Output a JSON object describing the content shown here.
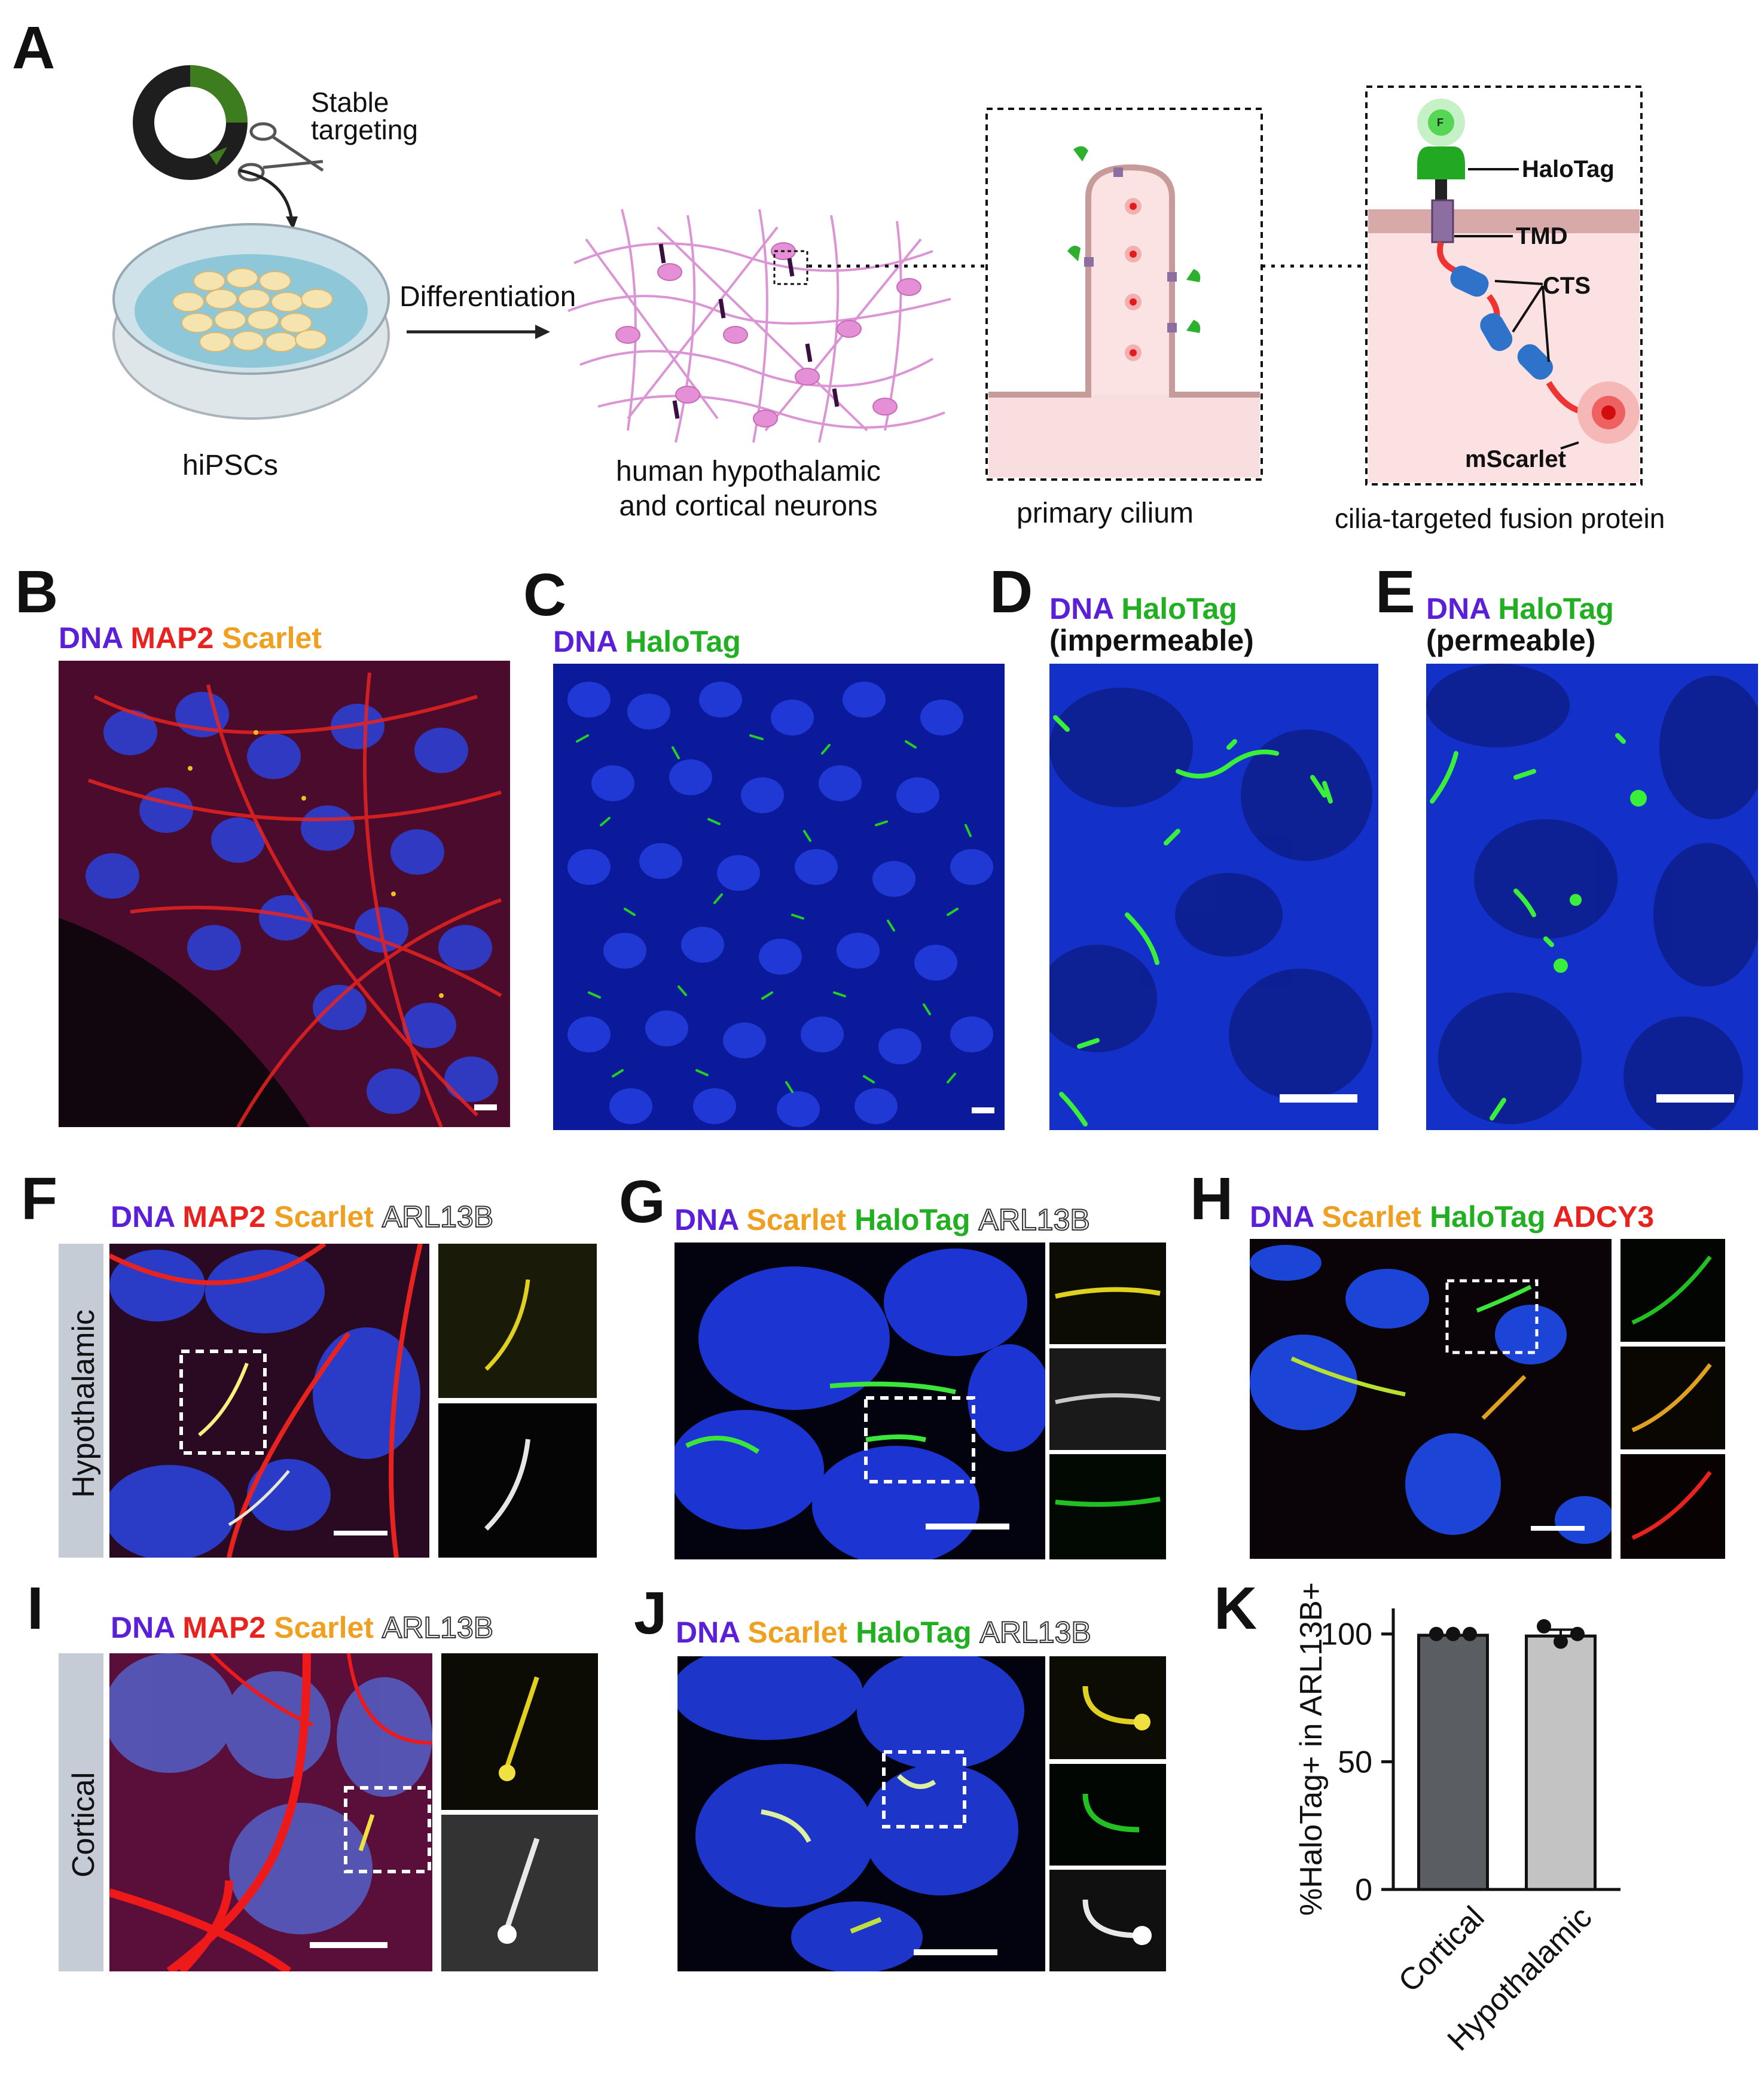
{
  "panels": {
    "A": {
      "letter": "A",
      "stable_targeting": [
        "Stable",
        "targeting"
      ],
      "differentiation": "Differentiation",
      "hipscs": "hiPSCs",
      "neurons": [
        "human hypothalamic",
        "and cortical neurons"
      ],
      "cilium": "primary cilium",
      "fusion": "cilia-targeted fusion protein",
      "fusion_labels": {
        "f": "F",
        "halotag": "HaloTag",
        "tmd": "TMD",
        "cts": "CTS",
        "mscarlet": "mScarlet"
      }
    },
    "B": {
      "letter": "B",
      "labels": [
        "DNA",
        "MAP2",
        "Scarlet"
      ]
    },
    "C": {
      "letter": "C",
      "labels": [
        "DNA",
        "HaloTag"
      ]
    },
    "D": {
      "letter": "D",
      "labels": [
        "DNA",
        "HaloTag"
      ],
      "sub": "(impermeable)"
    },
    "E": {
      "letter": "E",
      "labels": [
        "DNA",
        "HaloTag"
      ],
      "sub": "(permeable)"
    },
    "F": {
      "letter": "F",
      "labels": [
        "DNA",
        "MAP2",
        "Scarlet",
        "ARL13B"
      ],
      "side": "Hypothalamic"
    },
    "G": {
      "letter": "G",
      "labels": [
        "DNA",
        "Scarlet",
        "HaloTag",
        "ARL13B"
      ]
    },
    "H": {
      "letter": "H",
      "labels": [
        "DNA",
        "Scarlet",
        "HaloTag",
        "ADCY3"
      ]
    },
    "I": {
      "letter": "I",
      "labels": [
        "DNA",
        "MAP2",
        "Scarlet",
        "ARL13B"
      ],
      "side": "Cortical"
    },
    "J": {
      "letter": "J",
      "labels": [
        "DNA",
        "Scarlet",
        "HaloTag",
        "ARL13B"
      ]
    },
    "K": {
      "letter": "K"
    }
  },
  "colors": {
    "dna": "#5a1fd6",
    "map2": "#e8231f",
    "scarlet": "#f0a020",
    "halotag": "#22b022",
    "adcy3": "#e8231f",
    "arl13b": "#ffffff",
    "nucleus": "#1f35d0",
    "bar_cortical": "#5a5e63",
    "bar_hypothalamic": "#c3c3c3"
  },
  "chart_data": {
    "type": "bar",
    "title": "",
    "categories": [
      "Cortical",
      "Hypothalamic"
    ],
    "values": [
      99.5,
      99.2
    ],
    "error": [
      0,
      2.5
    ],
    "points": [
      [
        100,
        100,
        100
      ],
      [
        103,
        97,
        100
      ]
    ],
    "ylabel": "%HaloTag+ in ARL13B+",
    "xlabel": "",
    "ylim": [
      0,
      110
    ],
    "yticks": [
      "0",
      "50",
      "100"
    ],
    "grid": false
  }
}
